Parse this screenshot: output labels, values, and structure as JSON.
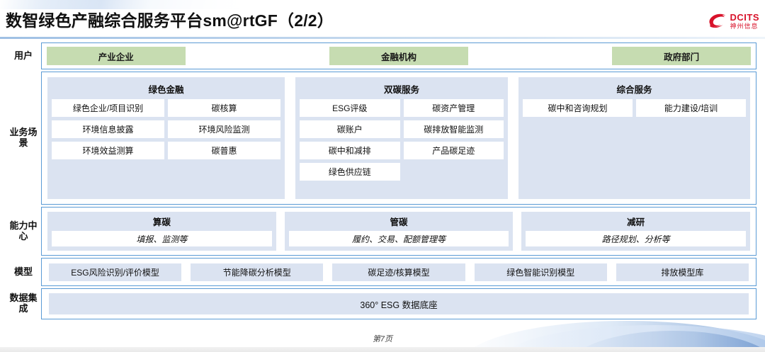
{
  "header": {
    "title": "数智绿色产融综合服务平台sm@rtGF（2/2）",
    "logo": {
      "en": "DCITS",
      "cn": "神州信息",
      "color": "#d8122a"
    }
  },
  "rows": {
    "user": {
      "label": "用户",
      "chips": [
        "产业企业",
        "金融机构",
        "政府部门"
      ],
      "chip_color": "#c6dcb1"
    },
    "scenes": {
      "label": "业务场景",
      "columns": [
        {
          "title": "绿色金融",
          "items": [
            "绿色企业/项目识别",
            "碳核算",
            "环境信息披露",
            "环境风险监测",
            "环境效益测算",
            "碳普惠"
          ]
        },
        {
          "title": "双碳服务",
          "items": [
            "ESG评级",
            "碳资产管理",
            "碳账户",
            "碳排放智能监测",
            "碳中和减排",
            "产品碳足迹",
            "绿色供应链"
          ]
        },
        {
          "title": "综合服务",
          "items": [
            "碳中和咨询规划",
            "能力建设/培训"
          ]
        }
      ]
    },
    "capability": {
      "label": "能力中心",
      "columns": [
        {
          "title": "算碳",
          "sub": "填报、监测等"
        },
        {
          "title": "管碳",
          "sub": "履约、交易、配额管理等"
        },
        {
          "title": "减研",
          "sub": "路径规划、分析等"
        }
      ]
    },
    "model": {
      "label": "模型",
      "chips": [
        "ESG风险识别/评价模型",
        "节能降碳分析模型",
        "碳足迹/核算模型",
        "绿色智能识别模型",
        "排放模型库"
      ]
    },
    "data": {
      "label": "数据集成",
      "chip": "360° ESG 数据底座"
    }
  },
  "footer": {
    "page": "第7页"
  },
  "colors": {
    "panel_blue": "#dbe3f1",
    "border_blue": "#5b9bd5",
    "chip_green": "#c6dcb1",
    "brand_red": "#d8122a"
  }
}
